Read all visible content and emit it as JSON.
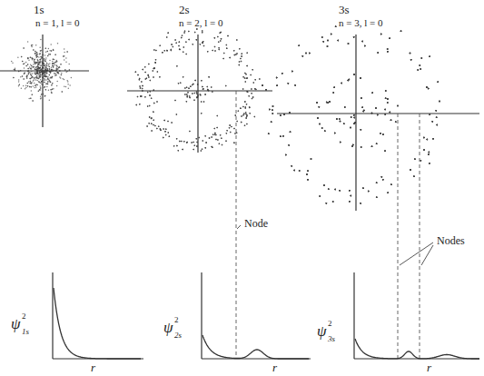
{
  "diagram": {
    "labels": [
      "1s",
      "n = 1, l = 0",
      "2s",
      "n = 2, l = 0",
      "3s",
      "n = 3, l = 0",
      "Node",
      "Nodes",
      "ψ",
      "2",
      "1s",
      "r",
      "ψ",
      "2",
      "2s",
      "r",
      "ψ",
      "2",
      "3s",
      "r"
    ]
  }
}
